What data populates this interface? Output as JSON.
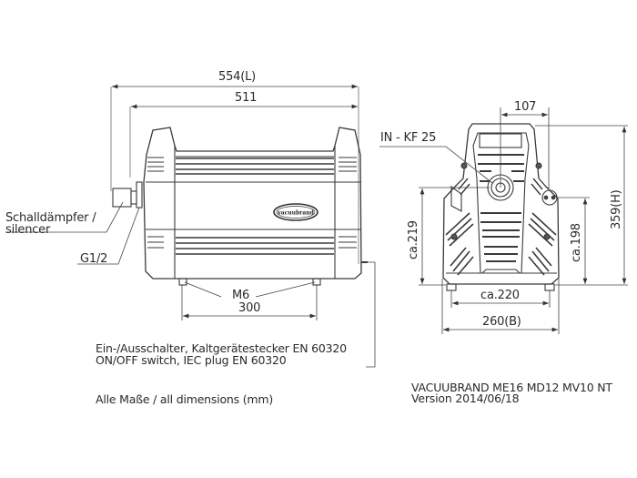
{
  "title_block": {
    "product": "VACUUBRAND ME16 MD12 MV10 NT",
    "version": "Version 2014/06/18"
  },
  "notes": {
    "switch_de": "Ein-/Ausschalter, Kaltgerätestecker EN 60320",
    "switch_en": "ON/OFF switch, IEC plug EN 60320",
    "units": "Alle Maße / all dimensions (mm)"
  },
  "side_view": {
    "overall_length": "554(L)",
    "body_length": "511",
    "feet_spacing": "300",
    "feet_thread": "M6",
    "silencer_label_de": "Schalldämpfer /",
    "silencer_label_en": "silencer",
    "outlet_thread": "G1/2",
    "logo_text": "vacuubrand"
  },
  "front_view": {
    "inlet_label": "IN - KF 25",
    "inlet_offset": "107",
    "inlet_height": "ca.219",
    "outlet_height": "ca.198",
    "overall_height": "359(H)",
    "feet_spacing": "ca.220",
    "overall_width": "260(B)"
  },
  "colors": {
    "line": "#3a3a3a",
    "dim_line": "#555555",
    "background": "#ffffff"
  }
}
